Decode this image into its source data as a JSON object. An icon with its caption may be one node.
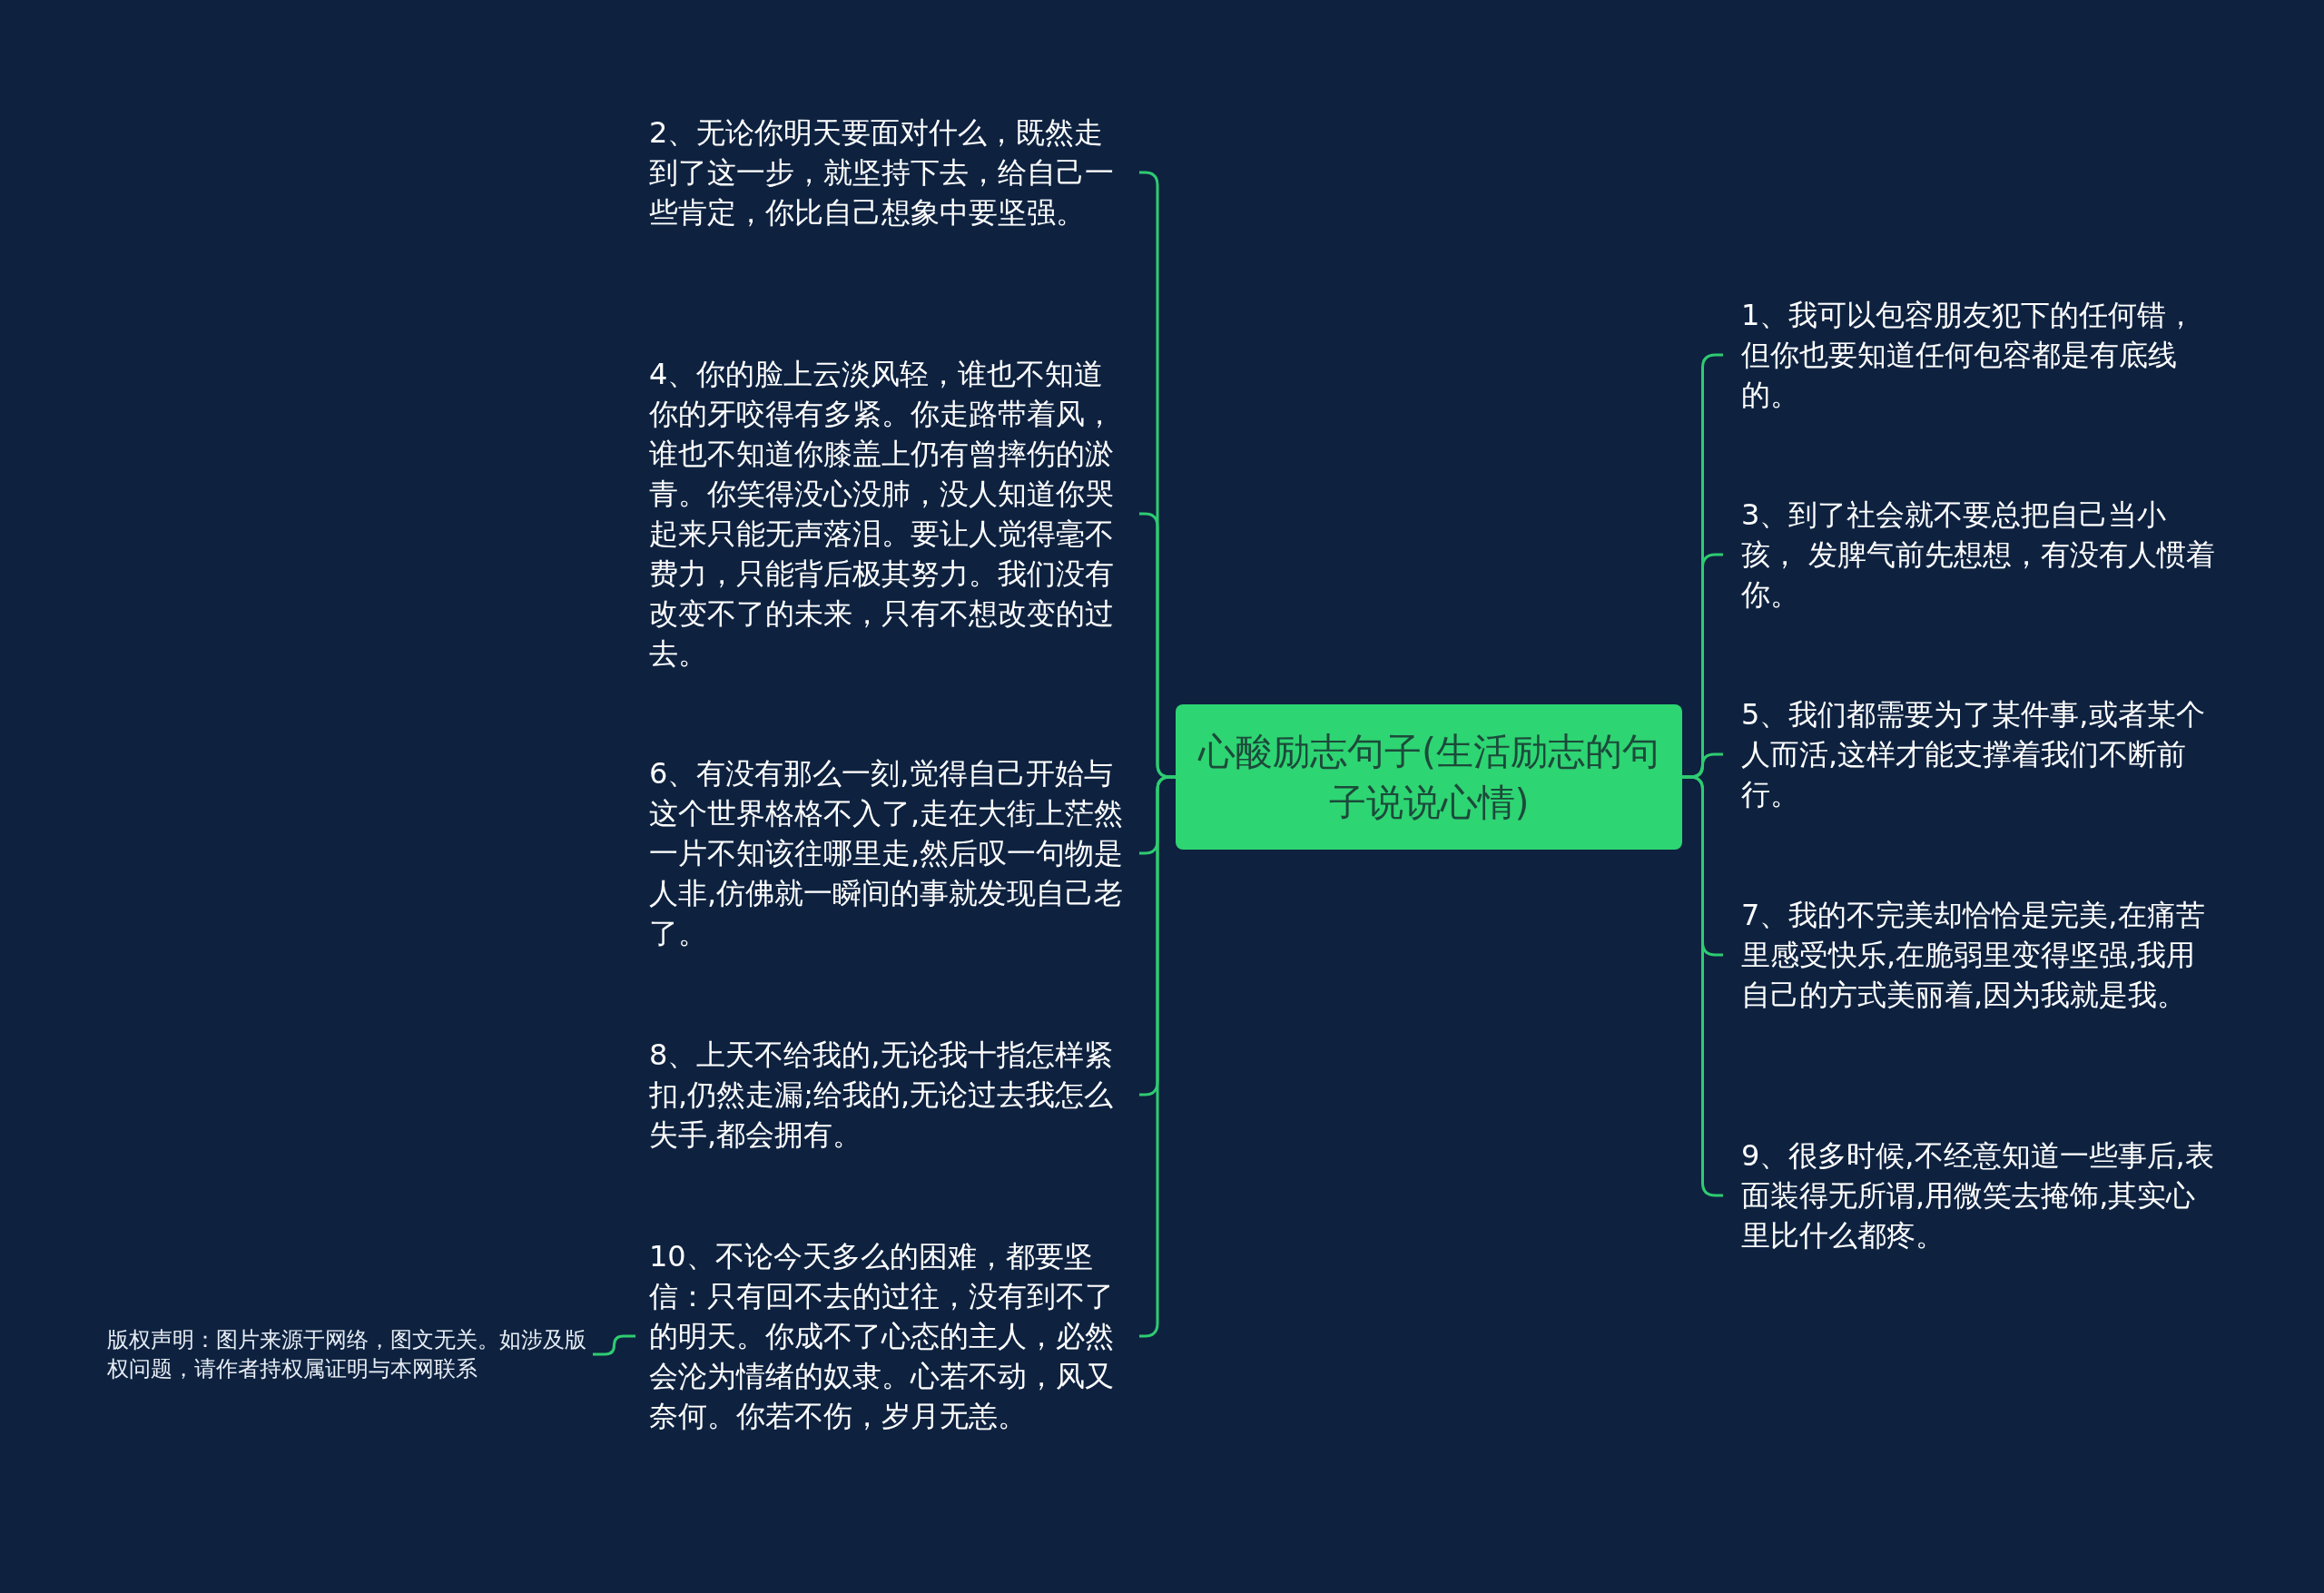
{
  "diagram": {
    "nodes": [
      {
        "text": [
          "心酸励志句子(生活励志的句子说说心情)"
        ]
      },
      {
        "text": [
          "2、无论你明天要面对什么，既然走到了这一步，就坚持下去，给自己一些肯定，你比自己想象中要坚强。"
        ]
      },
      {
        "text": [
          "4、你的脸上云淡风轻，谁也不知道你的牙咬得有多紧。你走路带着风，谁也不知道你膝盖上仍有曾摔伤的淤青。你笑得没心没肺，没人知道你哭起来只能无声落泪。要让人觉得毫不费力，只能背后极其努力。我们没有改变不了的未来，只有不想改变的过去。"
        ]
      },
      {
        "text": [
          "6、有没有那么一刻,觉得自己开始与这个世界格格不入了,走在大街上茫然一片不知该往哪里走,然后叹一句物是人非,仿佛就一瞬间的事就发现自己老了。"
        ]
      },
      {
        "text": [
          "8、上天不给我的,无论我十指怎样紧扣,仍然走漏;给我的,无论过去我怎么失手,都会拥有。"
        ]
      },
      {
        "text": [
          "10、不论今天多么的困难，都要坚信：只有回不去的过往，没有到不了的明天。你成不了心态的主人，必然会沦为情绪的奴隶。心若不动，风又奈何。你若不伤，岁月无恙。"
        ]
      },
      {
        "text": [
          "1、我可以包容朋友犯下的任何错，但你也要知道任何包容都是有底线的。"
        ]
      },
      {
        "text": [
          "3、到了社会就不要总把自己当小孩， 发脾气前先想想，有没有人惯着你。"
        ]
      },
      {
        "text": [
          "5、我们都需要为了某件事,或者某个人而活,这样才能支撑着我们不断前行。"
        ]
      },
      {
        "text": [
          "7、我的不完美却恰恰是完美,在痛苦里感受快乐,在脆弱里变得坚强,我用自己的方式美丽着,因为我就是我。"
        ]
      },
      {
        "text": [
          "9、很多时候,不经意知道一些事后,表面装得无所谓,用微笑去掩饰,其实心里比什么都疼。"
        ]
      },
      {
        "text": [
          "版权声明：图片来源于网络，图文无关。如涉及版权问题，请作者持权属证明与本网联系"
        ]
      }
    ],
    "edges": [
      {
        "from": 0,
        "to": 1,
        "arrow": "none"
      },
      {
        "from": 0,
        "to": 2,
        "arrow": "none"
      },
      {
        "from": 0,
        "to": 3,
        "arrow": "none"
      },
      {
        "from": 0,
        "to": 4,
        "arrow": "none"
      },
      {
        "from": 0,
        "to": 5,
        "arrow": "none"
      },
      {
        "from": 0,
        "to": 6,
        "arrow": "none"
      },
      {
        "from": 0,
        "to": 7,
        "arrow": "none"
      },
      {
        "from": 0,
        "to": 8,
        "arrow": "none"
      },
      {
        "from": 0,
        "to": 9,
        "arrow": "none"
      },
      {
        "from": 0,
        "to": 10,
        "arrow": "none"
      },
      {
        "from": 11,
        "to": 5,
        "arrow": "none"
      }
    ]
  }
}
